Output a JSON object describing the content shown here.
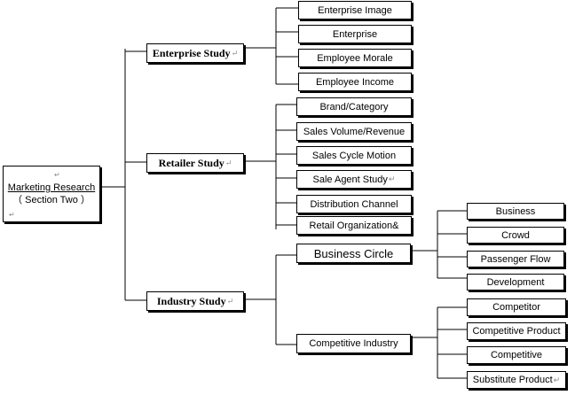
{
  "root": {
    "title": "Marketing Research",
    "subtitle": "（ Section Two ）"
  },
  "branches": [
    {
      "label": "Enterprise Study",
      "children": [
        "Enterprise Image",
        "Enterprise",
        "Employee Morale",
        "Employee Income"
      ]
    },
    {
      "label": "Retailer Study",
      "children": [
        "Brand/Category",
        "Sales Volume/Revenue",
        "Sales Cycle Motion",
        "Sale Agent Study",
        "Distribution Channel",
        "Retail Organization&"
      ]
    },
    {
      "label": "Industry Study",
      "groups": [
        {
          "label": "Business Circle",
          "children": [
            "Business",
            "Crowd",
            "Passenger Flow",
            "Development"
          ]
        },
        {
          "label": "Competitive Industry",
          "children": [
            "Competitor",
            "Competitive Product",
            "Competitive",
            "Substitute Product"
          ]
        }
      ]
    }
  ],
  "paragraph_mark": "↵"
}
